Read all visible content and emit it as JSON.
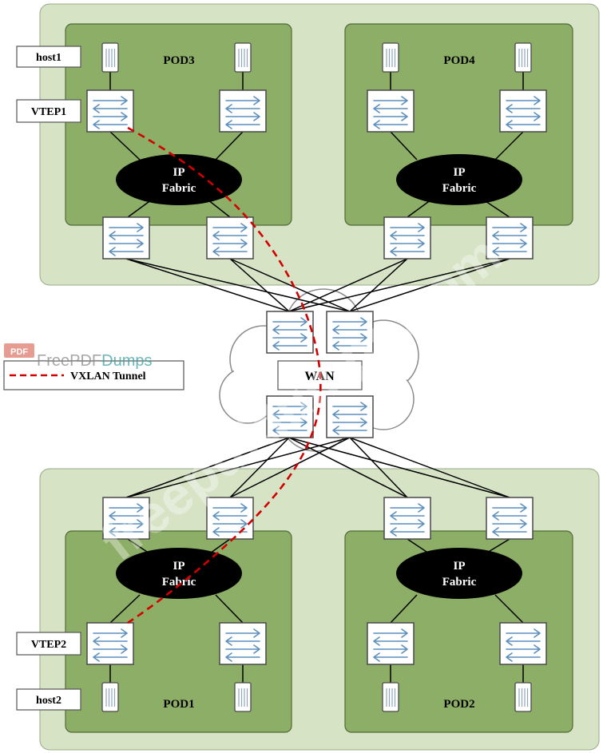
{
  "labels": {
    "host1": "host1",
    "vtep1": "VTEP1",
    "vtep2": "VTEP2",
    "host2": "host2",
    "wan": "WAN",
    "legend": "VXLAN Tunnel"
  },
  "pods": [
    {
      "name": "POD3",
      "fabric": [
        "IP",
        "Fabric"
      ]
    },
    {
      "name": "POD4",
      "fabric": [
        "IP",
        "Fabric"
      ]
    },
    {
      "name": "POD1",
      "fabric": [
        "IP",
        "Fabric"
      ]
    },
    {
      "name": "POD2",
      "fabric": [
        "IP",
        "Fabric"
      ]
    }
  ],
  "watermarks": {
    "logo_text_1": "FreePDF",
    "logo_text_2": "Dumps",
    "logo_badge": "PDF",
    "diagonal": "freepdfdumps.com"
  },
  "colors": {
    "outer_region": "#d6e3c5",
    "pod_region": "#8cae66",
    "fabric": "#000000",
    "tunnel": "#d40000",
    "switch_arrow": "#5b8fbe"
  }
}
